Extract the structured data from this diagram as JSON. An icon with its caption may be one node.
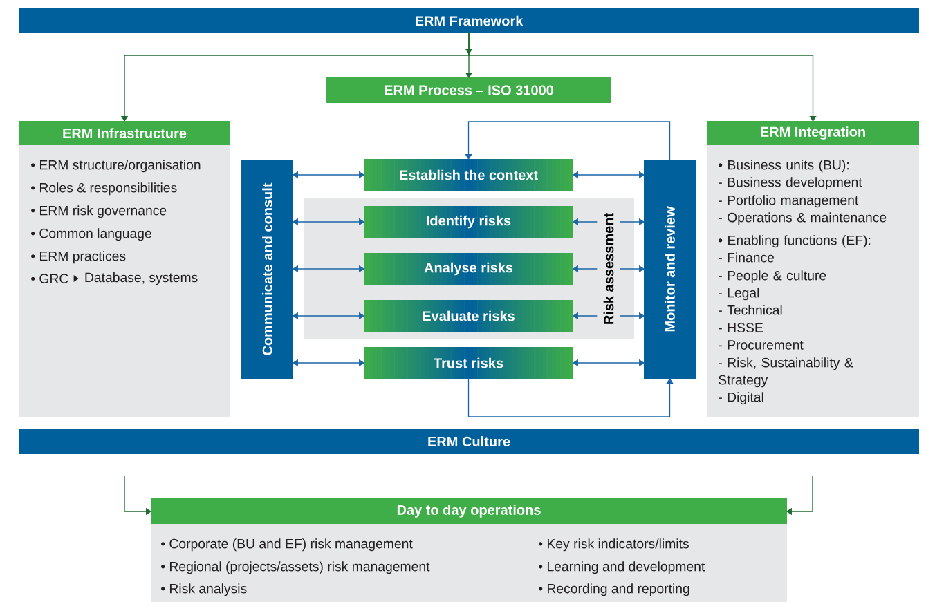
{
  "diagram": {
    "nodes": [
      {
        "text": [
          "ERM Framework"
        ]
      },
      {
        "text": [
          "ERM Process – ISO 31000"
        ]
      },
      {
        "text": [
          "ERM Infrastructure",
          "• ERM structure/organisation",
          "• Roles & responsibilities",
          "• ERM risk governance",
          "• Common language",
          "• ERM practices",
          "• GRC",
          "Database, systems"
        ]
      },
      {
        "text": [
          "ERM Integration",
          "• Business units (BU):",
          "- Business development",
          "- Portfolio management",
          "- Operations & maintenance",
          "• Enabling functions (EF):",
          "- Finance",
          "- People & culture",
          "- Legal",
          "- Technical",
          "- HSSE",
          "- Procurement",
          "- Risk, Sustainability & Strategy",
          "- Digital"
        ]
      },
      {
        "text": [
          "Communicate and consult"
        ]
      },
      {
        "text": [
          "Establish the context"
        ]
      },
      {
        "text": [
          "Risk assessment"
        ]
      },
      {
        "text": [
          "Identify risks"
        ],
        "in": 6
      },
      {
        "text": [
          "Analyse risks"
        ],
        "in": 6
      },
      {
        "text": [
          "Evaluate risks"
        ],
        "in": 6
      },
      {
        "text": [
          "Trust risks"
        ]
      },
      {
        "text": [
          "Monitor and review"
        ]
      },
      {
        "text": [
          "ERM Culture"
        ]
      },
      {
        "text": [
          "Day to day operations",
          "• Corporate (BU and EF) risk management",
          "• Regional (projects/assets) risk management",
          "• Risk analysis",
          "• Key risk indicators/limits",
          "• Learning and development",
          "• Recording and reporting"
        ]
      }
    ],
    "edges": [
      {
        "from": 0,
        "to": 1,
        "arrow": "to",
        "color": "#1e6b30"
      },
      {
        "from": 0,
        "to": 2,
        "arrow": "to",
        "color": "#1e6b30"
      },
      {
        "from": 0,
        "to": 3,
        "arrow": "to",
        "color": "#1e6b30"
      },
      {
        "from": 4,
        "to": 5,
        "arrow": "both"
      },
      {
        "from": 4,
        "to": 7,
        "arrow": "both"
      },
      {
        "from": 4,
        "to": 8,
        "arrow": "both"
      },
      {
        "from": 4,
        "to": 9,
        "arrow": "both"
      },
      {
        "from": 4,
        "to": 10,
        "arrow": "both"
      },
      {
        "from": 5,
        "to": 11,
        "arrow": "both"
      },
      {
        "from": 7,
        "to": 11,
        "arrow": "both"
      },
      {
        "from": 8,
        "to": 11,
        "arrow": "both"
      },
      {
        "from": 9,
        "to": 11,
        "arrow": "both"
      },
      {
        "from": 10,
        "to": 11,
        "arrow": "both"
      },
      {
        "from": 11,
        "to": 5,
        "arrow": "to"
      },
      {
        "from": 10,
        "to": 11,
        "arrow": "to"
      },
      {
        "from": null,
        "to": 13,
        "arrow": "to",
        "color": "#1e6b30"
      },
      {
        "from": null,
        "to": 13,
        "arrow": "to",
        "color": "#1e6b30"
      }
    ]
  }
}
